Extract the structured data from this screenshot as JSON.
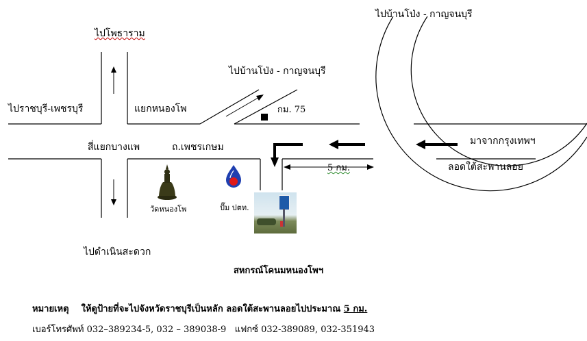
{
  "labels": {
    "to_photharam": "ไปโพธาราม",
    "to_ratchaburi_phetchaburi": "ไปราชบุรี-เพชรบุรี",
    "nong_pho_junction": "แยกหนองโพ",
    "ban_pong_kanchanaburi_mid": "ไปบ้านโป่ง - กาญจนบุรี",
    "ban_pong_kanchanaburi_top": "ไปบ้านโป่ง - กาญจนบุรี",
    "km_75": "กม. 75",
    "bang_phae_intersection": "สี่แยกบางแพ",
    "phetkasem_road": "ถ.เพชรเกษม",
    "wat_nong_pho": "วัดหนองโพ",
    "ptt_station": "ปั๊ม ปตท.",
    "five_km": "5  กม.",
    "from_bangkok": "มาจากกรุงเทพฯ",
    "under_floating_bridge": "ลอดใต้สะพานลอย",
    "to_damnoen_saduak": "ไปดำเนินสะดวก",
    "coop_name": "สหกรณ์โคนมหนองโพฯ"
  },
  "note": {
    "heading": "หมายเหตุ",
    "text": "ให้ดูป้ายที่จะไปจังหวัดราชบุรีเป็นหลัก  ลอดใต้สะพานลอยไปประมาณ ",
    "distance": "5  กม."
  },
  "contact": {
    "phone_label": "เบอร์โทรศัพท์",
    "phones": "032–389234-5, 032 – 389038-9",
    "fax_label": "แฟกซ์",
    "fax": "032-389089, 032-351943"
  },
  "colors": {
    "ptt_blue": "#1f3fb0",
    "ptt_red": "#e01818",
    "buddha": "#2a2a10"
  },
  "icons": [
    "buddha-statue-icon",
    "ptt-logo-icon",
    "landmark-marker-icon",
    "coop-sign-photo"
  ]
}
